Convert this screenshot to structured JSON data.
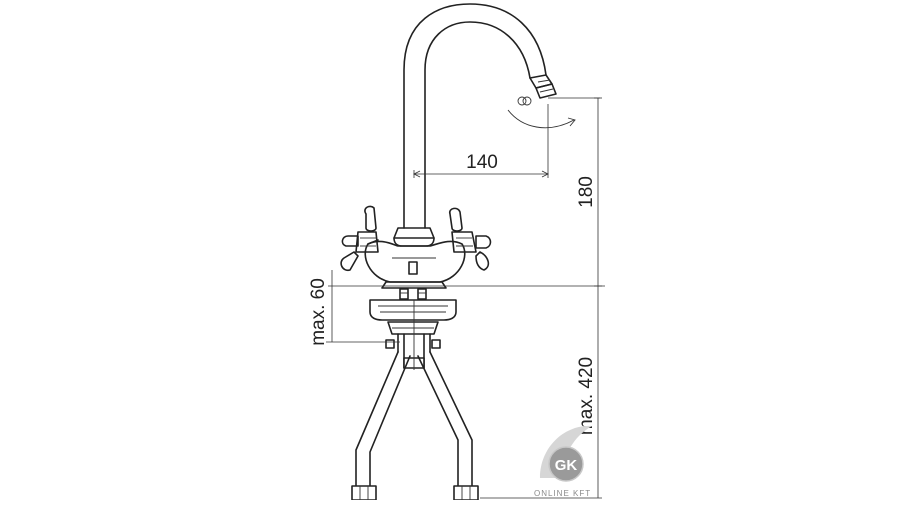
{
  "dimensions": {
    "spout_reach": "140",
    "spout_height": "180",
    "max_deck_thickness": "max. 60",
    "max_hose_length": "max. 420",
    "swivel_angle_symbol": "∞"
  },
  "watermark": {
    "logo_letters": "GK",
    "caption": "ONLINE KFT"
  },
  "colors": {
    "line": "#222222",
    "watermark_gray": "#8a8a8a",
    "background": "#ffffff"
  }
}
